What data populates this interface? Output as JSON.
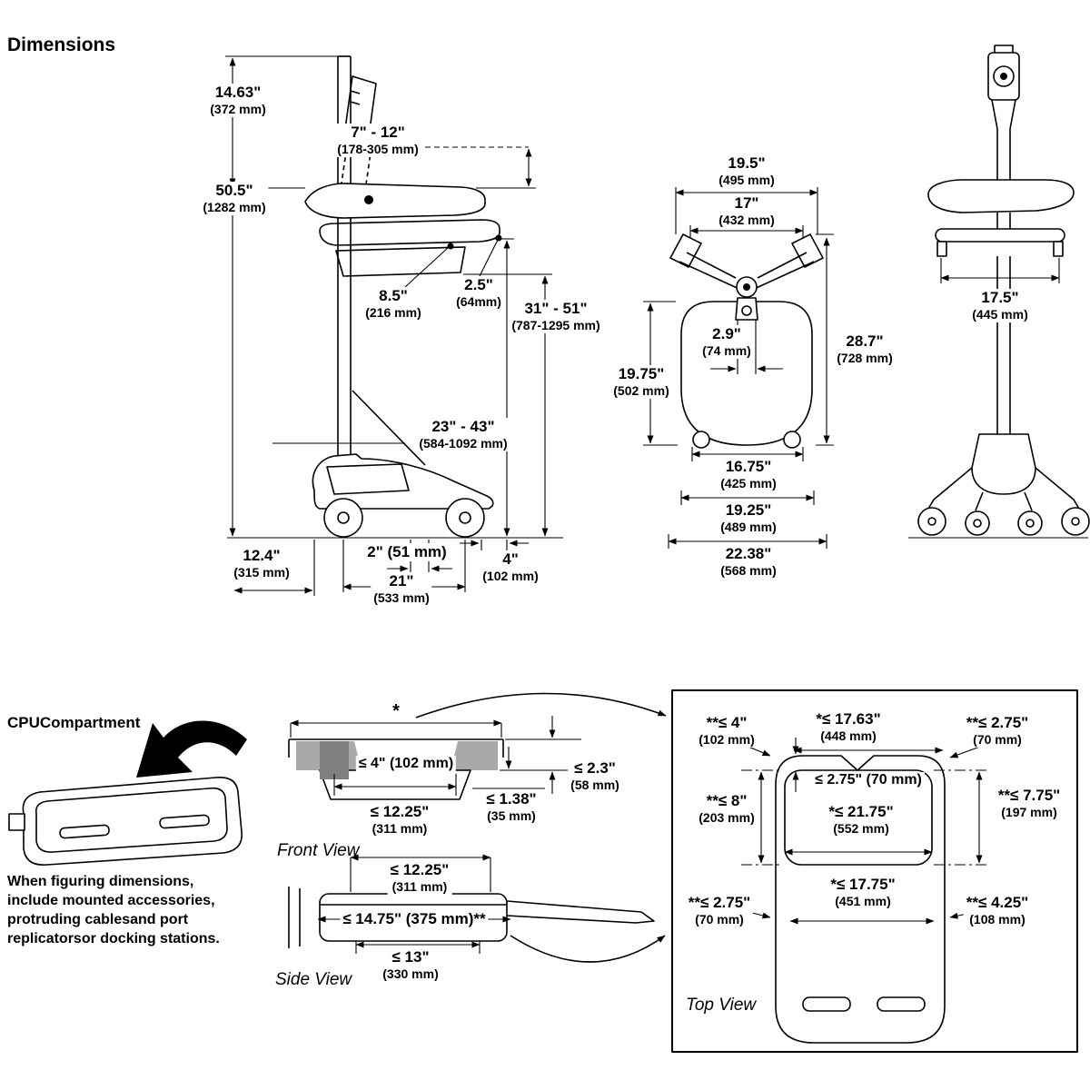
{
  "title": "Dimensions",
  "side": {
    "h14_63": {
      "in": "14.63\"",
      "mm": "(372 mm)"
    },
    "h7_12": {
      "in": "7\" - 12\"",
      "mm": "(178-305 mm)"
    },
    "h50_5": {
      "in": "50.5\"",
      "mm": "(1282 mm)"
    },
    "d8_5": {
      "in": "8.5\"",
      "mm": "(216 mm)"
    },
    "d2_5": {
      "in": "2.5\"",
      "mm": "(64mm)"
    },
    "h31_51": {
      "in": "31\" - 51\"",
      "mm": "(787-1295 mm)"
    },
    "h23_43": {
      "in": "23\" - 43\"",
      "mm": "(584-1092 mm)"
    },
    "d12_4": {
      "in": "12.4\"",
      "mm": "(315 mm)"
    },
    "d2": {
      "in": "2\" (51 mm)"
    },
    "d4": {
      "in": "4\"",
      "mm": "(102 mm)"
    },
    "d21": {
      "in": "21\"",
      "mm": "(533 mm)"
    }
  },
  "front": {
    "w19_5": {
      "in": "19.5\"",
      "mm": "(495 mm)"
    },
    "w17": {
      "in": "17\"",
      "mm": "(432 mm)"
    },
    "w2_9": {
      "in": "2.9\"",
      "mm": "(74 mm)"
    },
    "h28_7": {
      "in": "28.7\"",
      "mm": "(728 mm)"
    },
    "h19_75": {
      "in": "19.75\"",
      "mm": "(502 mm)"
    },
    "w16_75": {
      "in": "16.75\"",
      "mm": "(425 mm)"
    },
    "w19_25": {
      "in": "19.25\"",
      "mm": "(489 mm)"
    },
    "w22_38": {
      "in": "22.38\"",
      "mm": "(568 mm)"
    }
  },
  "pole": {
    "w17_5": {
      "in": "17.5\"",
      "mm": "(445 mm)"
    }
  },
  "cpu": {
    "heading": "CPUCompartment",
    "note": "When figuring dimensions, include mounted accessories, protruding cablesand port replicatorsor docking stations.",
    "front_view": {
      "label": "Front View",
      "star": "*",
      "w4": "≤ 4\" (102 mm)",
      "h2_3": {
        "in": "≤ 2.3\"",
        "mm": "(58 mm)"
      },
      "w12_25": {
        "in": "≤ 12.25\"",
        "mm": "(311 mm)"
      },
      "h1_38": {
        "in": "≤ 1.38\"",
        "mm": "(35 mm)"
      }
    },
    "side_view": {
      "label": "Side View",
      "w12_25": {
        "in": "≤ 12.25\"",
        "mm": "(311 mm)"
      },
      "w14_75": "≤ 14.75\" (375 mm)**",
      "w13": {
        "in": "≤ 13\"",
        "mm": "(330 mm)"
      }
    },
    "top_view": {
      "label": "Top View",
      "w4": {
        "in": "**≤ 4\"",
        "mm": "(102 mm)"
      },
      "w17_63": {
        "in": "*≤ 17.63\"",
        "mm": "(448 mm)"
      },
      "w2_75_tr": {
        "in": "**≤ 2.75\"",
        "mm": "(70 mm)"
      },
      "w2_75_c": "≤ 2.75\" (70 mm)",
      "h8": {
        "in": "**≤ 8\"",
        "mm": "(203 mm)"
      },
      "w21_75": {
        "in": "*≤ 21.75\"",
        "mm": "(552 mm)"
      },
      "h7_75": {
        "in": "**≤ 7.75\"",
        "mm": "(197 mm)"
      },
      "w17_75": {
        "in": "*≤ 17.75\"",
        "mm": "(451 mm)"
      },
      "w2_75_bl": {
        "in": "**≤ 2.75\"",
        "mm": "(70 mm)"
      },
      "w4_25": {
        "in": "**≤ 4.25\"",
        "mm": "(108 mm)"
      }
    }
  }
}
